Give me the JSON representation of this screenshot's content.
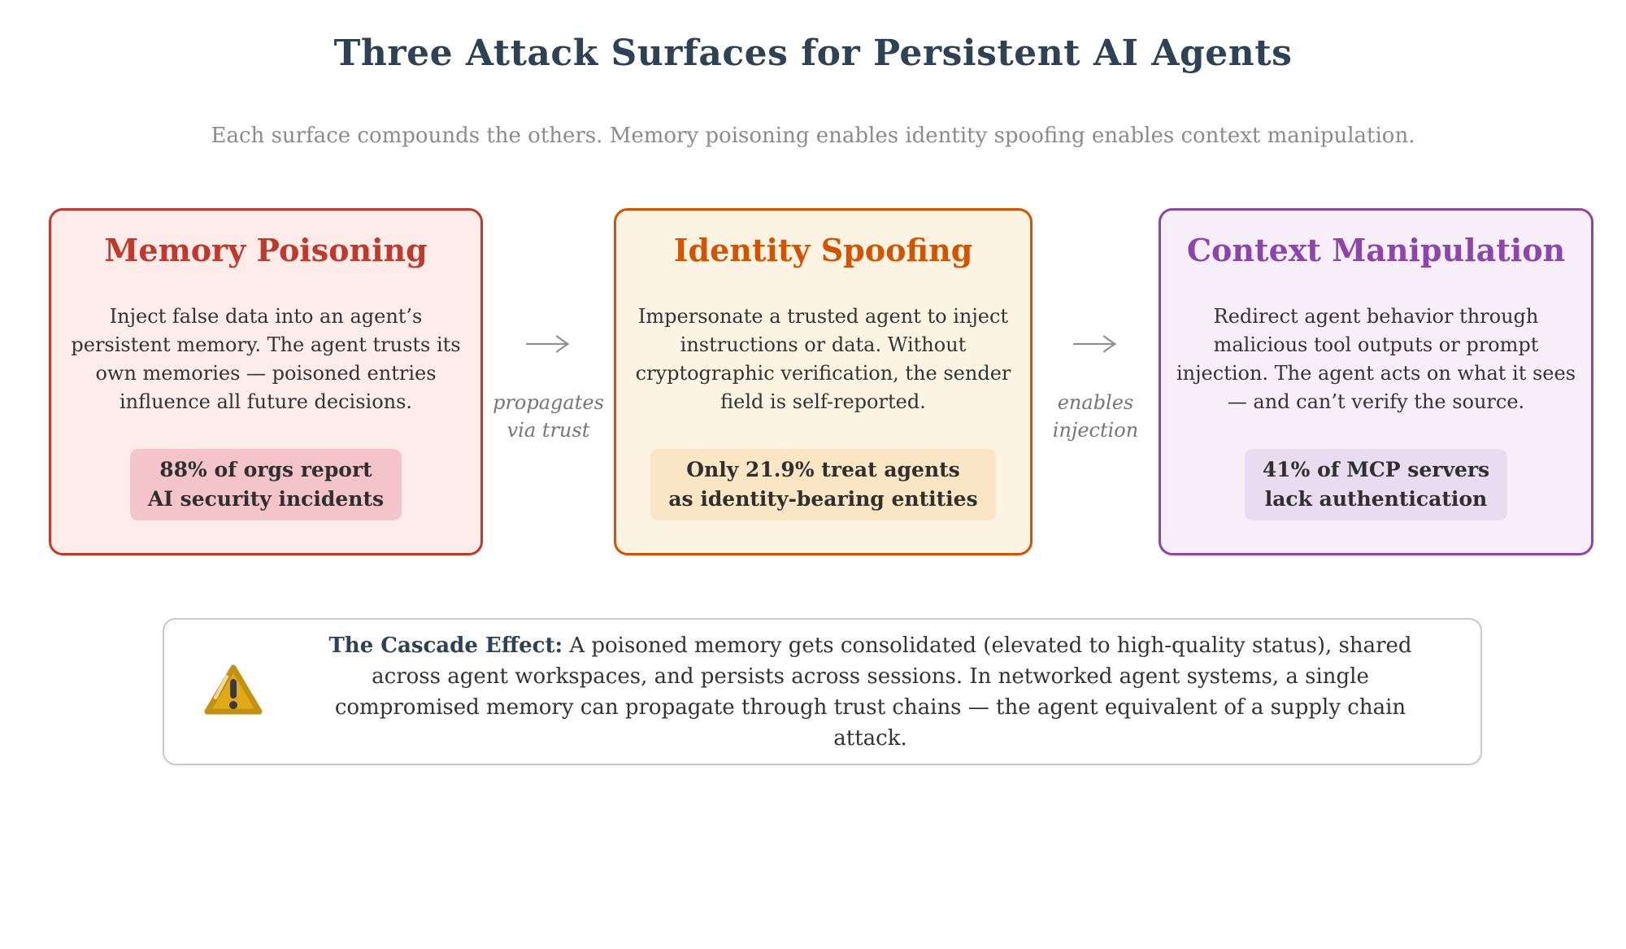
{
  "header": {
    "title": "Three Attack Surfaces for Persistent AI Agents",
    "subtitle": "Each surface compounds the others. Memory poisoning enables identity spoofing enables context manipulation."
  },
  "cards": [
    {
      "id": "memory-poisoning",
      "title": "Memory Poisoning",
      "body": "Inject false data into an agent’s\npersistent memory. The agent trusts its\nown memories — poisoned entries\ninfluence all future decisions.",
      "stat": "88% of orgs report\nAI security incidents",
      "accent_color": "#c0392b",
      "background_color": "#fdecea",
      "badge_background_color": "#f3c5ca"
    },
    {
      "id": "identity-spoofing",
      "title": "Identity Spoofing",
      "body": "Impersonate a trusted agent to inject\ninstructions or data. Without\ncryptographic verification, the sender\nfield is self-reported.",
      "stat": "Only 21.9% treat agents\nas identity-bearing entities",
      "accent_color": "#d35400",
      "background_color": "#fdf3e3",
      "badge_background_color": "#fae6c5"
    },
    {
      "id": "context-manipulation",
      "title": "Context Manipulation",
      "body": "Redirect agent behavior through\nmalicious tool outputs or prompt\ninjection. The agent acts on what it sees\n— and can’t verify the source.",
      "stat": "41% of MCP servers\nlack authentication",
      "accent_color": "#8e44ad",
      "background_color": "#f6eef9",
      "badge_background_color": "#e8dcf0"
    }
  ],
  "connectors": [
    {
      "label": "propagates\nvia trust",
      "icon": "right-arrow-icon",
      "color": "#8f8f8f"
    },
    {
      "label": "enables\ninjection",
      "icon": "right-arrow-icon",
      "color": "#8f8f8f"
    }
  ],
  "cascade": {
    "lead": "The Cascade Effect:",
    "text": " A poisoned memory gets consolidated (elevated to high-quality status), shared across agent workspaces, and persists across sessions. In networked agent systems, a single compromised memory can propagate through trust chains — the agent equivalent of a supply chain attack.",
    "icon": "warning-triangle-icon",
    "icon_color": "#dfa918"
  },
  "colors": {
    "page_background": "#ffffff",
    "title_text": "#2e4256",
    "subtitle_text": "#8b8b8b",
    "body_text": "#333333",
    "connector_gray": "#8f8f8f",
    "cascade_border": "#c9c9c9"
  }
}
